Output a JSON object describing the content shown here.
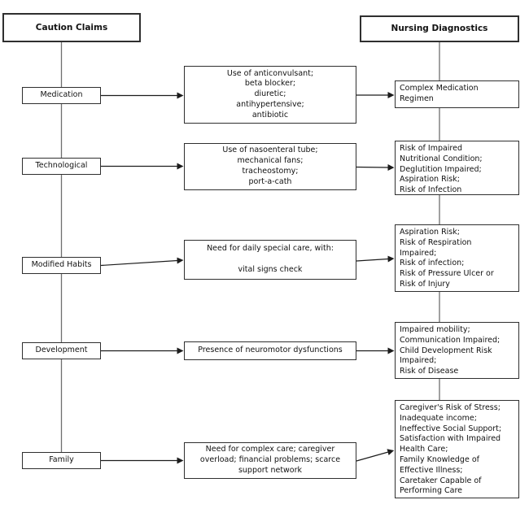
{
  "diagram": {
    "left_header": "Caution Claims",
    "right_header": "Nursing Diagnostics",
    "rows": [
      {
        "category": "Medication",
        "claim": "Use of anticonvulsant;\nbeta blocker;\ndiuretic;\nantihypertensive;\nantibiotic",
        "diagnostic": "Complex Medication\nRegimen"
      },
      {
        "category": "Technological",
        "claim": "Use of nasoenteral tube;\nmechanical fans;\ntracheostomy;\nport-a-cath",
        "diagnostic": "Risk of Impaired\nNutritional Condition;\nDeglutition Impaired;\nAspiration Risk;\nRisk of Infection"
      },
      {
        "category": "Modified Habits",
        "claim": "Need for daily special care, with:\n\nvital signs check",
        "diagnostic": "Aspiration Risk;\nRisk of Respiration\nImpaired;\nRisk of infection;\nRisk of Pressure Ulcer or\nRisk of Injury"
      },
      {
        "category": "Development",
        "claim": "Presence of neuromotor dysfunctions",
        "diagnostic": "Impaired mobility;\nCommunication Impaired;\nChild Development Risk\nImpaired;\nRisk of Disease"
      },
      {
        "category": "Family",
        "claim": "Need for complex care; caregiver\noverload; financial problems; scarce\nsupport network",
        "diagnostic": "Caregiver's Risk of Stress;\nInadequate income;\nIneffective Social Support;\nSatisfaction with Impaired\nHealth Care;\nFamily Knowledge of\nEffective Illness;\nCaretaker Capable of\nPerforming Care"
      }
    ],
    "colors": {
      "line": "#6f6f6f",
      "arrow": "#1c1c1c",
      "border": "#2f2f2f",
      "text": "#111111",
      "bg": "#ffffff"
    }
  }
}
